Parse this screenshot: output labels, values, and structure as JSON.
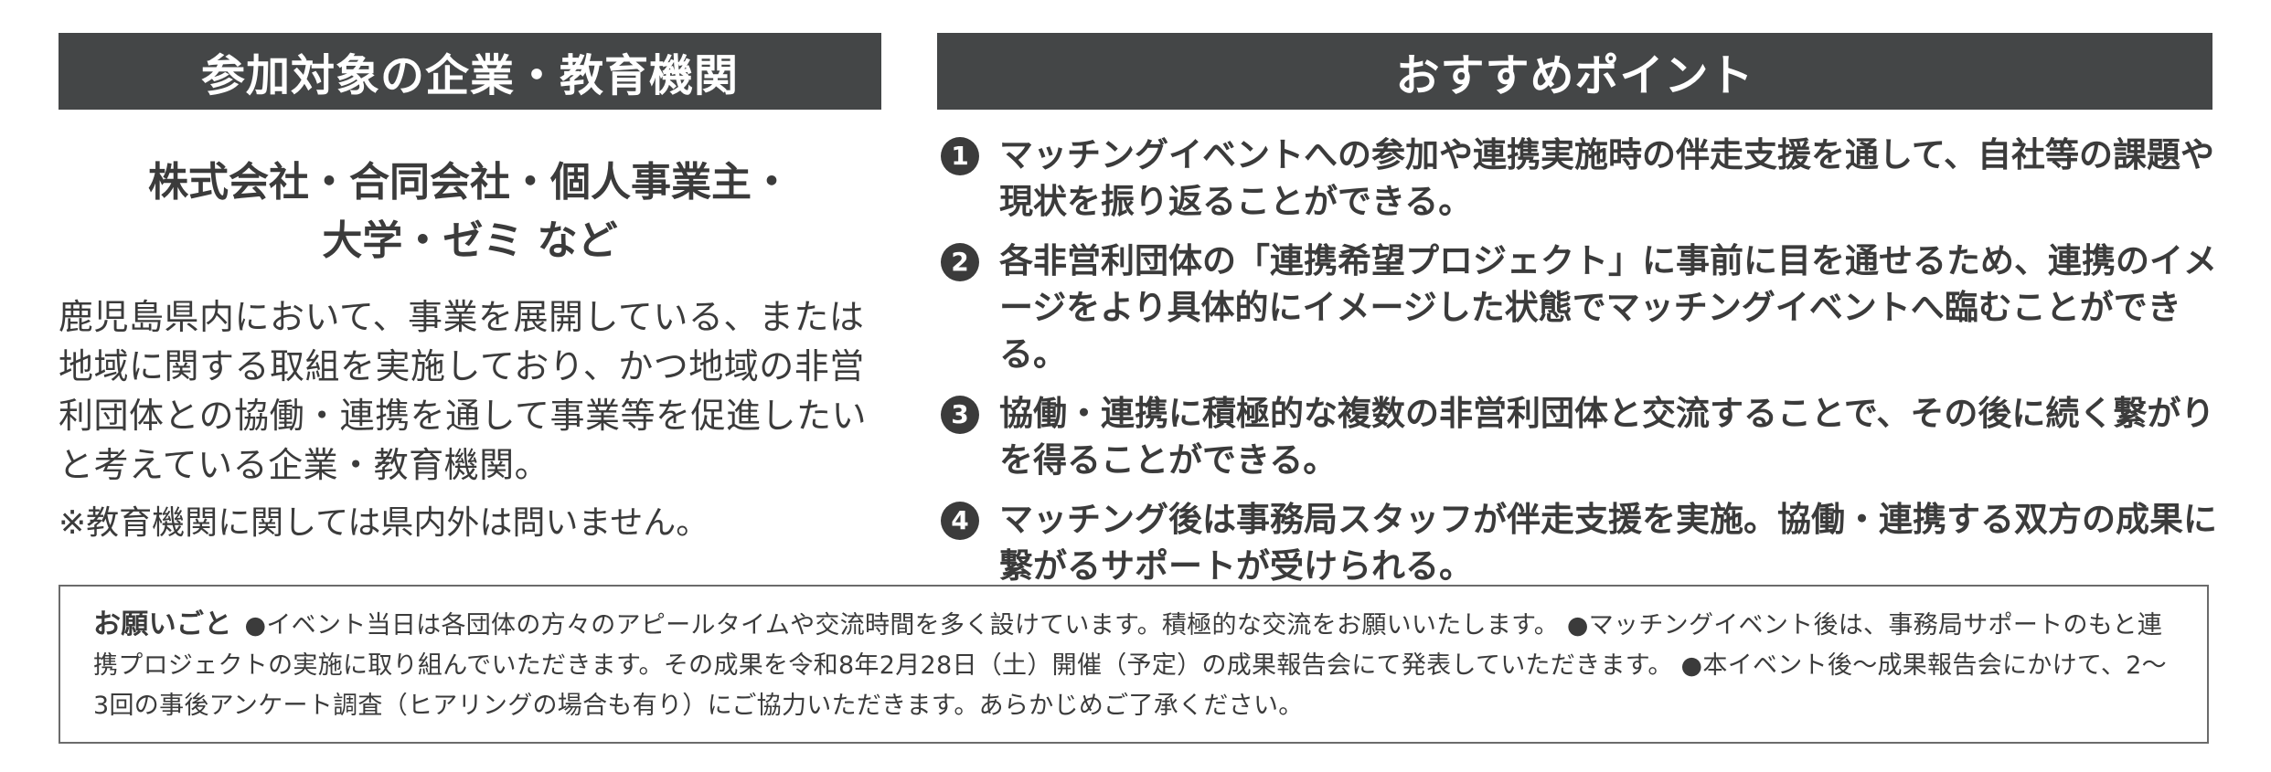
{
  "left_section": {
    "header": "参加対象の企業・教育機関",
    "target_types_line1": "株式会社・合同会社・個人事業主・",
    "target_types_line2": "大学・ゼミ など",
    "description": "鹿児島県内において、事業を展開している、または地域に関する取組を実施しており、かつ地域の非営利団体との協働・連携を通して事業等を促進したいと考えている企業・教育機関。",
    "note": "※教育機関に関しては県内外は問いません。"
  },
  "right_section": {
    "header": "おすすめポイント",
    "points": [
      {
        "number": "1",
        "text": "マッチングイベントへの参加や連携実施時の伴走支援を通して、自社等の課題や現状を振り返ることができる。"
      },
      {
        "number": "2",
        "text": "各非営利団体の「連携希望プロジェクト」に事前に目を通せるため、連携のイメージをより具体的にイメージした状態でマッチングイベントへ臨むことができる。"
      },
      {
        "number": "3",
        "text": "協働・連携に積極的な複数の非営利団体と交流することで、その後に続く繋がりを得ることができる。"
      },
      {
        "number": "4",
        "text": "マッチング後は事務局スタッフが伴走支援を実施。協働・連携する双方の成果に繋がるサポートが受けられる。"
      }
    ]
  },
  "request": {
    "title": "お願いごと",
    "body": "●イベント当日は各団体の方々のアピールタイムや交流時間を多く設けています。積極的な交流をお願いいたします。 ●マッチングイベント後は、事務局サポートのもと連携プロジェクトの実施に取り組んでいただきます。その成果を令和8年2月28日（土）開催（予定）の成果報告会にて発表していただきます。 ●本イベント後〜成果報告会にかけて、2〜3回の事後アンケート調査（ヒアリングの場合も有り）にご協力いただきます。あらかじめご了承ください。"
  },
  "colors": {
    "header_bg": "#444647",
    "header_text": "#ffffff",
    "body_text": "#3b3b3b",
    "box_border": "#6b6b6b"
  }
}
